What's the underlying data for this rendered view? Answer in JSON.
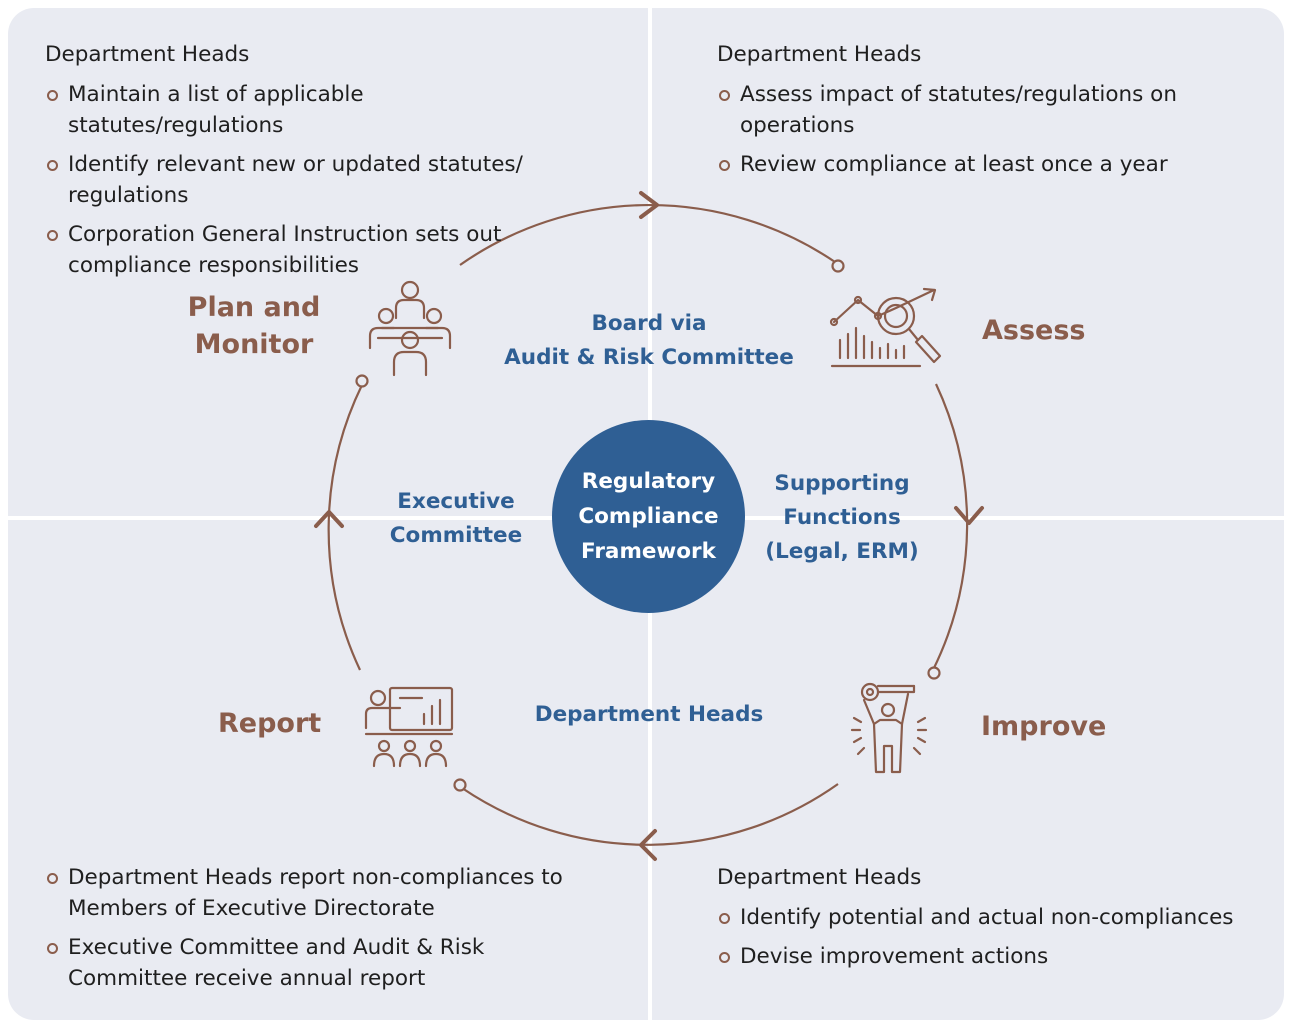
{
  "center": {
    "lines": [
      "Regulatory",
      "Compliance",
      "Framework"
    ]
  },
  "stages": {
    "plan": {
      "line1": "Plan and",
      "line2": "Monitor"
    },
    "assess": {
      "label": "Assess"
    },
    "improve": {
      "label": "Improve"
    },
    "report": {
      "label": "Report"
    }
  },
  "inner_labels": {
    "top": {
      "line1": "Board via",
      "line2": "Audit & Risk Committee"
    },
    "left": {
      "line1": "Executive",
      "line2": "Committee"
    },
    "right": {
      "line1": "Supporting",
      "line2": "Functions",
      "line3": "(Legal, ERM)"
    },
    "bottom": {
      "line1": "Department Heads"
    }
  },
  "panels": {
    "top_left": {
      "heading": "Department Heads",
      "items": [
        "Maintain a list of applicable statutes/regulations",
        "Identify relevant new or updated statutes/ regulations",
        "Corporation General Instruction sets out compliance responsibilities"
      ]
    },
    "top_right": {
      "heading": "Department Heads",
      "items": [
        "Assess impact of statutes/regulations on operations",
        "Review compliance at least once a year"
      ]
    },
    "bottom_left": {
      "items": [
        "Department Heads report non-compliances to Members of Executive Directorate",
        "Executive Committee and Audit & Risk Committee receive annual report"
      ]
    },
    "bottom_right": {
      "heading": "Department Heads",
      "items": [
        "Identify potential and actual non-compliances",
        "Devise improvement actions"
      ]
    }
  },
  "icons": {
    "plan": "meeting-group-icon",
    "assess": "analytics-magnifier-icon",
    "improve": "person-holding-key-icon",
    "report": "presentation-audience-icon"
  },
  "colors": {
    "panel_bg": "#e9ebf2",
    "stage_text": "#8a5d4c",
    "inner_text": "#2f5f94",
    "center_fill": "#2f5f94",
    "arc": "#8a5d4c"
  }
}
